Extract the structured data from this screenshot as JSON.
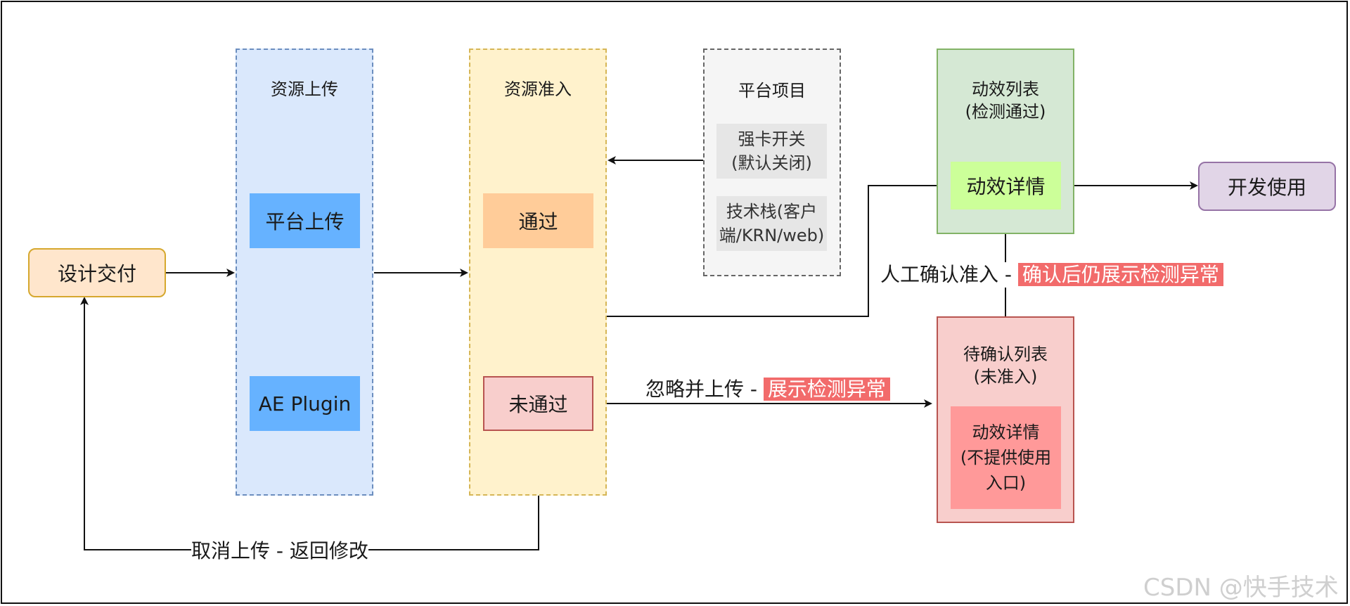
{
  "nodes": {
    "design_delivery": "设计交付",
    "upload_column_title": "资源上传",
    "platform_upload": "平台上传",
    "ae_plugin": "AE Plugin",
    "admission_column_title": "资源准入",
    "passed": "通过",
    "failed": "未通过",
    "platform_project_title": "平台项目",
    "strong_switch": [
      "强卡开关",
      "(默认关闭)"
    ],
    "tech_stack": [
      "技术栈(客户",
      "端/KRN/web)"
    ],
    "effect_list_title": [
      "动效列表",
      "(检测通过)"
    ],
    "effect_detail": "动效详情",
    "dev_use": "开发使用",
    "pending_list_title": [
      "待确认列表",
      "(未准入)"
    ],
    "pending_effect_detail": [
      "动效详情",
      "(不提供使用",
      "入口)"
    ]
  },
  "edge_labels": {
    "manual_confirm": "人工确认准入 -",
    "manual_confirm_hl": "确认后仍展示检测异常",
    "ignore_upload": "忽略并上传 -",
    "ignore_upload_hl": "展示检测异常",
    "cancel_upload": "取消上传 - 返回修改"
  },
  "watermark": "CSDN @快手技术",
  "colors": {
    "blue_column": "#dae8fc",
    "blue_node": "#66b2ff",
    "yellow_column": "#fff2cc",
    "orange_node": "#ffcc99",
    "red_node": "#f8cecc",
    "green_column": "#d5e8d4",
    "lime_node": "#ccff99",
    "purple_node": "#e1d5e7",
    "highlight": "#f26b6b"
  }
}
